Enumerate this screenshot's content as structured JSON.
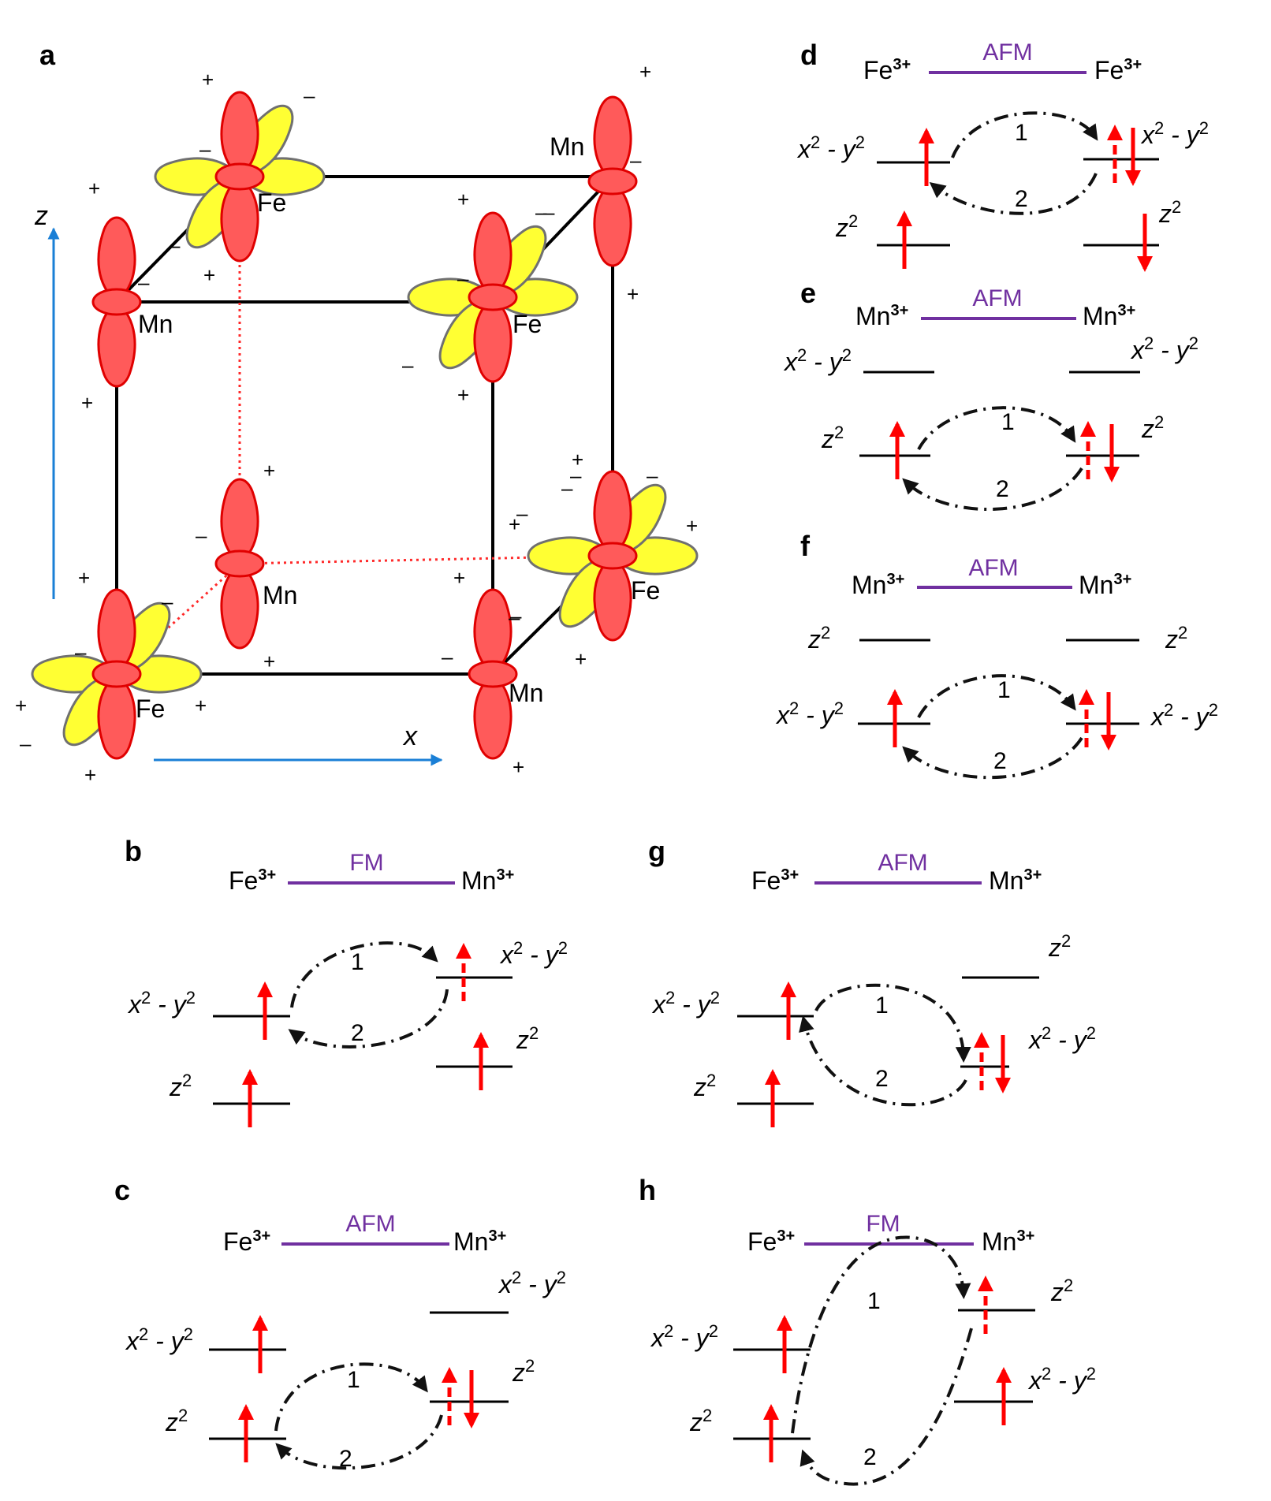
{
  "crystal": {
    "panel": "a",
    "axis_z": "z",
    "axis_x": "x",
    "atoms": {
      "fe": "Fe",
      "mn": "Mn"
    },
    "signs": {
      "plus": "+",
      "minus": "–"
    }
  },
  "terms": {
    "x2y2_base": "x",
    "x2y2_mid": " - y",
    "z2_base": "z",
    "exp": "2",
    "hop1": "1",
    "hop2": "2",
    "fe_ion": "Fe",
    "mn_ion": "Mn",
    "charge": "3+"
  },
  "panels": {
    "b": {
      "label": "b",
      "mode": "FM"
    },
    "c": {
      "label": "c",
      "mode": "AFM"
    },
    "d": {
      "label": "d",
      "mode": "AFM"
    },
    "e": {
      "label": "e",
      "mode": "AFM"
    },
    "f": {
      "label": "f",
      "mode": "AFM"
    },
    "g": {
      "label": "g",
      "mode": "AFM"
    },
    "h": {
      "label": "h",
      "mode": "FM"
    }
  },
  "colors": {
    "orbital_red": "#ff5a5a",
    "orbital_yellow": "#ffff33",
    "spin": "#ff0000",
    "bond": "#7030a0",
    "axis": "#1a7fd6"
  }
}
